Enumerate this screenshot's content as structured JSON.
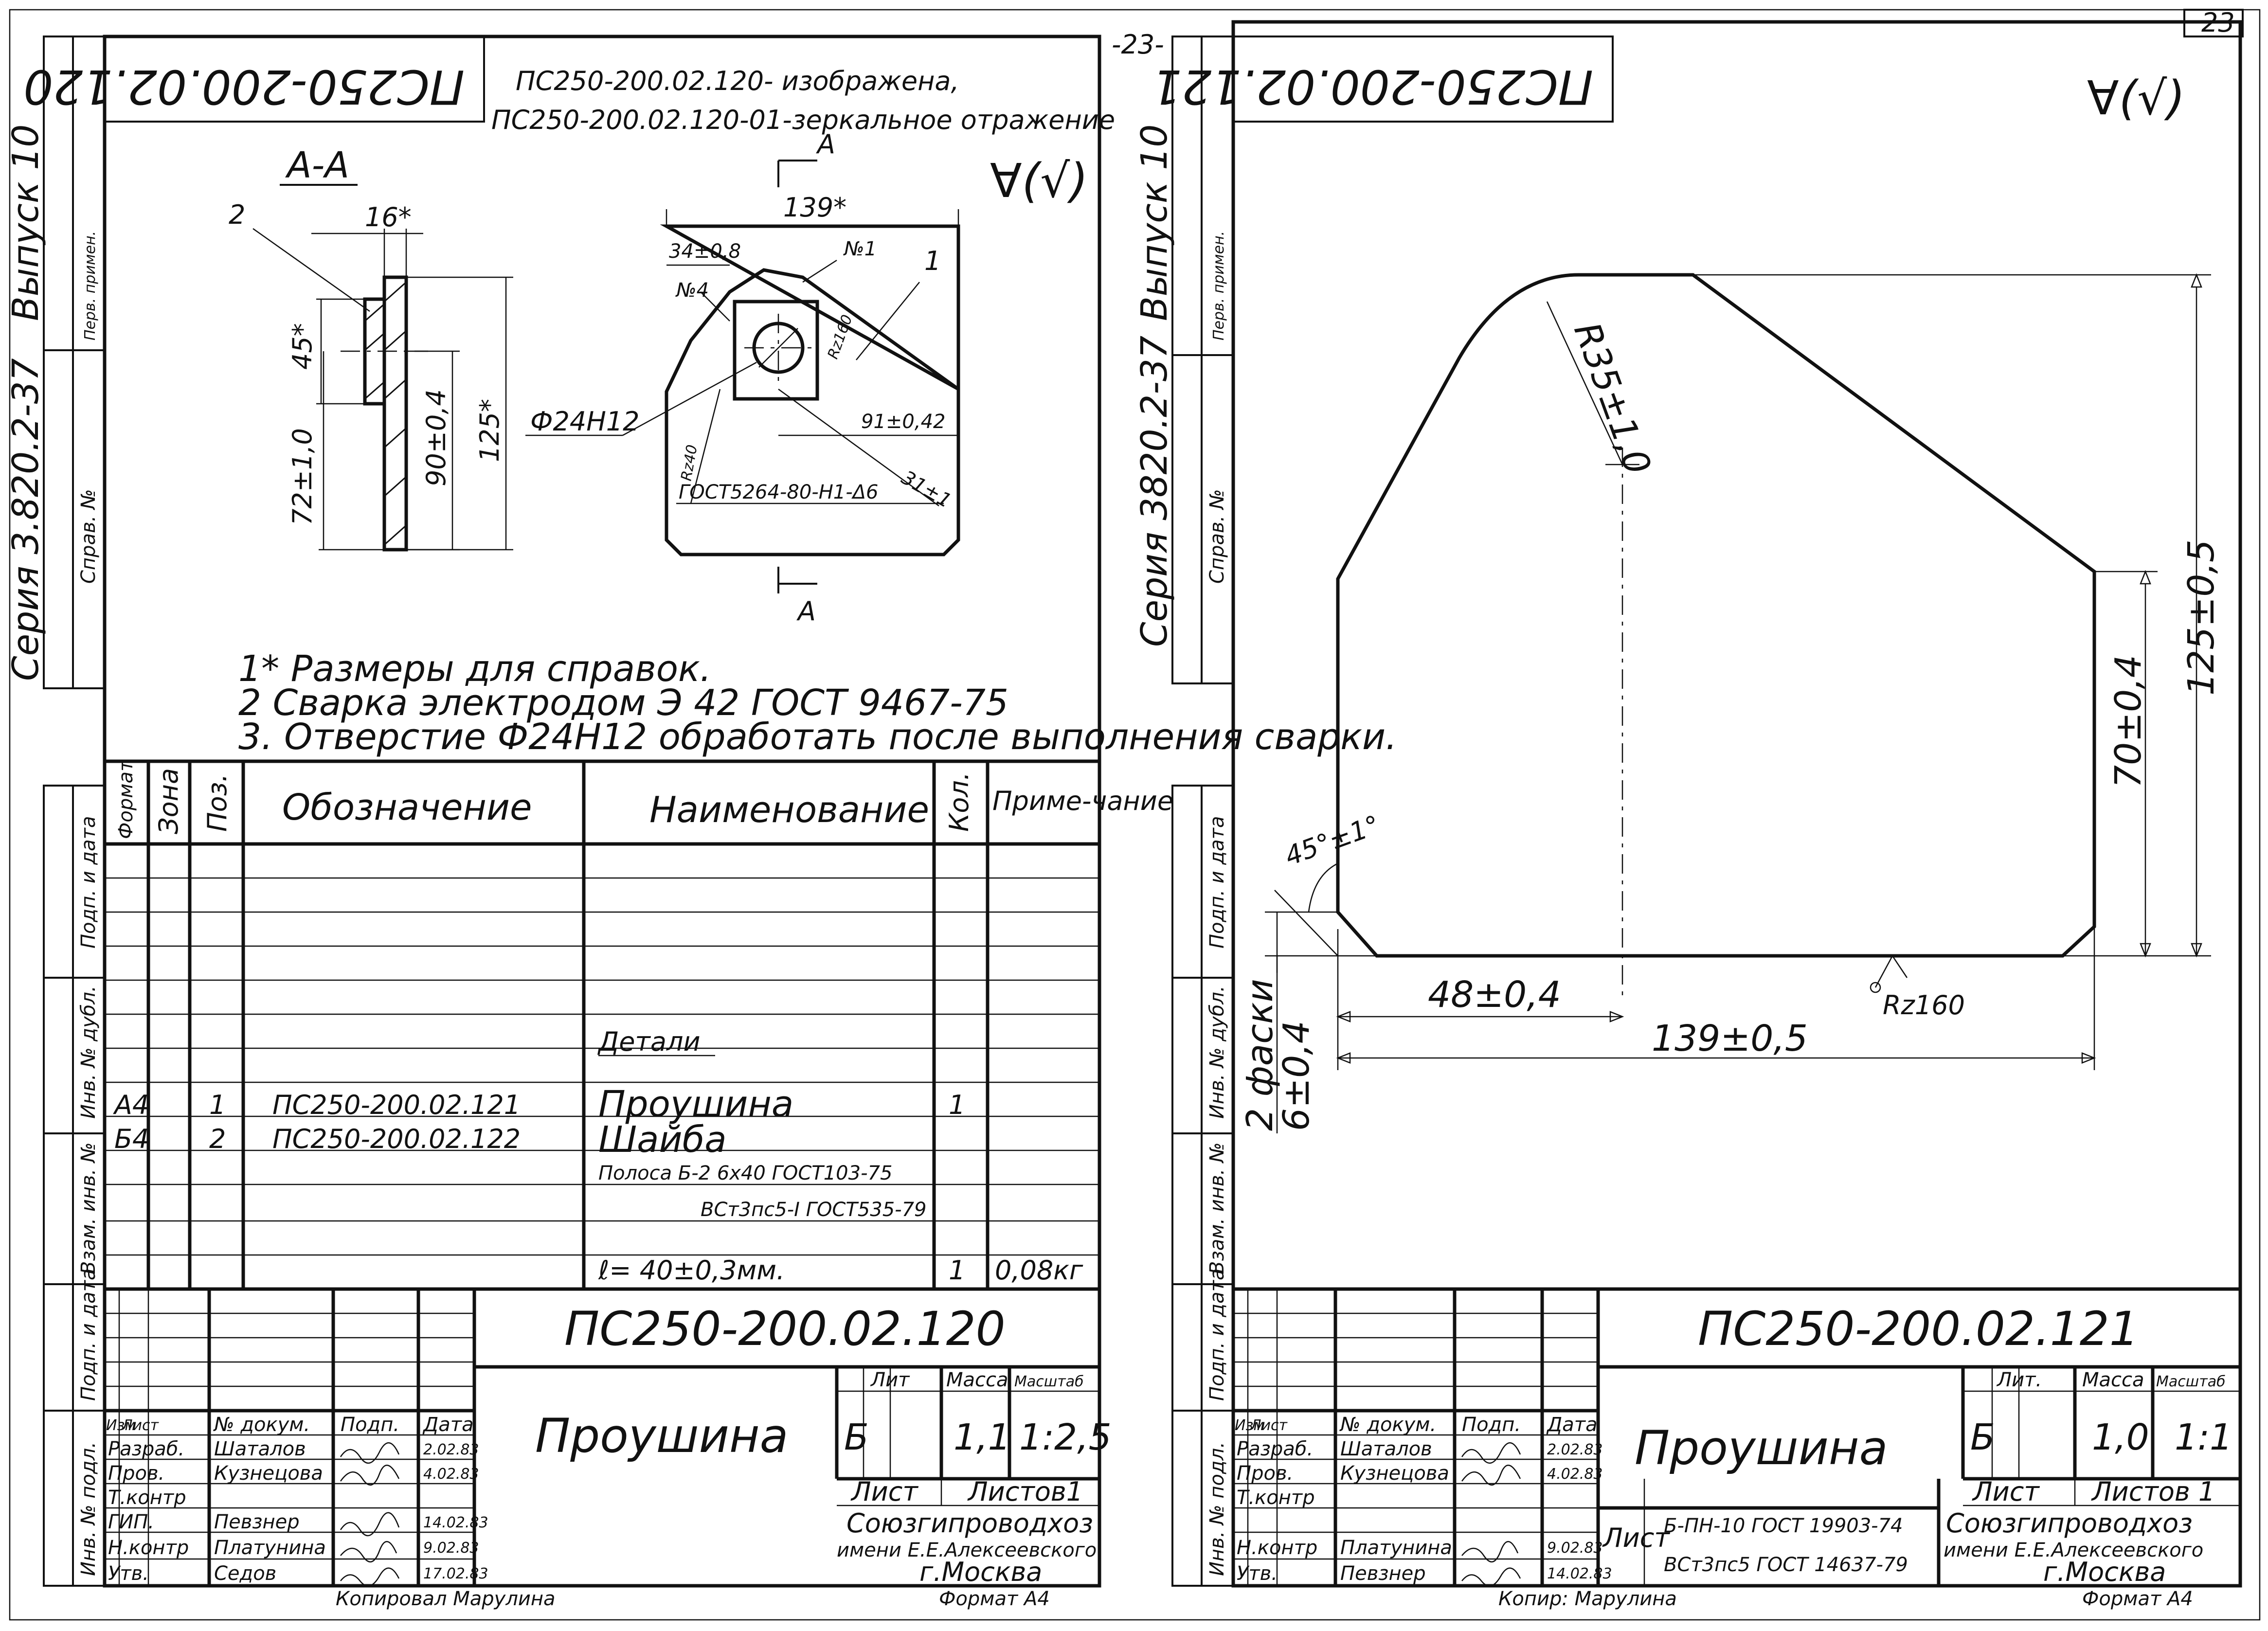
{
  "sheet_number": "23",
  "center_mark": "-23-",
  "sidebar": {
    "series_left": "Серия 3.820.2-37",
    "issue_left": "Выпуск 10",
    "first_use": "Перв. примен.",
    "ref_no": "Справ. №",
    "sign_date": "Подп. и дата",
    "inv_dup": "Инв. № дубл.",
    "interchange": "Взам. инв. №",
    "sign_date2": "Подп. и дата",
    "inv_orig": "Инв. № подл.",
    "series_right": "Серия 3820.2-37",
    "issue_right": "Выпуск 10"
  },
  "left": {
    "code_flipped": "ПС250-200.02.120",
    "mirror_note_1": "ПС250-200.02.120- изображена,",
    "mirror_note_2": "ПС250-200.02.120-01-зеркальное отражение",
    "roughness": "∀(√)",
    "section": "А-А",
    "labels": {
      "pos2": "2",
      "dim16": "16*",
      "dim45": "45*",
      "dim72": "72±1,0",
      "dim90": "90±0,4",
      "dim125": "125*",
      "dim139": "139*",
      "dim34": "34±0,8",
      "n1": "№1",
      "n4": "№4",
      "pos1": "1",
      "cutA": "А",
      "hole": "Ф24Н12",
      "rz": "Rz160",
      "rz40": "Rz40",
      "dim91": "91±0,42",
      "dim31": "31±1",
      "weld": "ГОСТ5264-80-Н1-Δ6"
    },
    "notes": [
      "1* Размеры для справок.",
      "2 Сварка  электродом Э 42 ГОСТ 9467-75",
      "3. Отверстие Ф24Н12 обработать после выполнения сварки."
    ],
    "spec_headers": {
      "format": "Формат",
      "zone": "Зона",
      "pos": "Поз.",
      "designation": "Обозначение",
      "name": "Наименование",
      "qty": "Кол.",
      "note": "Приме-чание"
    },
    "spec_section": "Детали",
    "spec_rows": [
      {
        "format": "А4",
        "pos": "1",
        "designation": "ПС250-200.02.121",
        "name": "Проушина",
        "qty": "1",
        "note": ""
      },
      {
        "format": "Б4",
        "pos": "2",
        "designation": "ПС250-200.02.122",
        "name": "Шайба",
        "qty": "",
        "note": ""
      }
    ],
    "material_1": "Полоса  Б-2 6х40 ГОСТ103-75",
    "material_2": "ВСт3пс5-I ГОСТ535-79",
    "material_3": "ℓ= 40±0,3мм.",
    "material_qty": "1",
    "material_note": "0,08кг",
    "title_code": "ПС250-200.02.120",
    "title_name": "Проушина",
    "lit": "Лит",
    "mass": "Масса",
    "scale": "Масштаб",
    "lit_val": "Б",
    "mass_val": "1,1",
    "scale_val": "1:2,5",
    "list": "Лист",
    "lists": "Листов1",
    "org_1": "Союзгипроводхоз",
    "org_2": "имени Е.Е.Алексеевского",
    "org_3": "г.Москва",
    "copied": "Копировал  Марулина",
    "format": "Формат А4",
    "stamp_headers": [
      "Изм",
      "Лист",
      "№ докум.",
      "Подп.",
      "Дата"
    ],
    "stamp_rows": [
      [
        "Разраб.",
        "Шаталов",
        "",
        "2.02.83"
      ],
      [
        "Пров.",
        "Кузнецова",
        "",
        "4.02.83"
      ],
      [
        "Т.контр",
        "",
        "",
        ""
      ],
      [
        "ГИП.",
        "Певзнер",
        "",
        "14.02.83"
      ],
      [
        "Н.контр",
        "Платунина",
        "",
        "9.02.83"
      ],
      [
        "Утв.",
        "Седов",
        "",
        "17.02.83"
      ]
    ]
  },
  "right": {
    "code_flipped": "ПС250-200.02.121",
    "roughness": "∀(√)",
    "labels": {
      "r35": "R35±1,0",
      "dim125": "125±0,5",
      "dim70": "70±0,4",
      "angle": "45°±1°",
      "dim48": "48±0,4",
      "rz": "Rz160",
      "dim139": "139±0,5",
      "chamfer_1": "2 фаски",
      "chamfer_2": "6±0,4"
    },
    "title_code": "ПС250-200.02.121",
    "title_name": "Проушина",
    "lit": "Лит.",
    "mass": "Масса",
    "scale": "Масштаб",
    "lit_val": "Б",
    "mass_val": "1,0",
    "scale_val": "1:1",
    "list": "Лист",
    "lists": "Листов 1",
    "material_label": "Лист",
    "material_1": "Б-ПН-10 ГОСТ 19903-74",
    "material_2": "ВСт3пс5 ГОСТ 14637-79",
    "org_1": "Союзгипроводхоз",
    "org_2": "имени Е.Е.Алексеевского",
    "org_3": "г.Москва",
    "copied": "Копир: Марулина",
    "format": "Формат А4",
    "stamp_headers": [
      "Изм",
      "Лист",
      "№ докум.",
      "Подп.",
      "Дата"
    ],
    "stamp_rows": [
      [
        "Разраб.",
        "Шаталов",
        "",
        "2.02.83"
      ],
      [
        "Пров.",
        "Кузнецова",
        "",
        "4.02.83"
      ],
      [
        "Т.контр",
        "",
        "",
        ""
      ],
      [
        "",
        "",
        "",
        ""
      ],
      [
        "Н.контр",
        "Платунина",
        "",
        "9.02.83"
      ],
      [
        "Утв.",
        "Певзнер",
        "",
        "14.02.83"
      ]
    ]
  }
}
